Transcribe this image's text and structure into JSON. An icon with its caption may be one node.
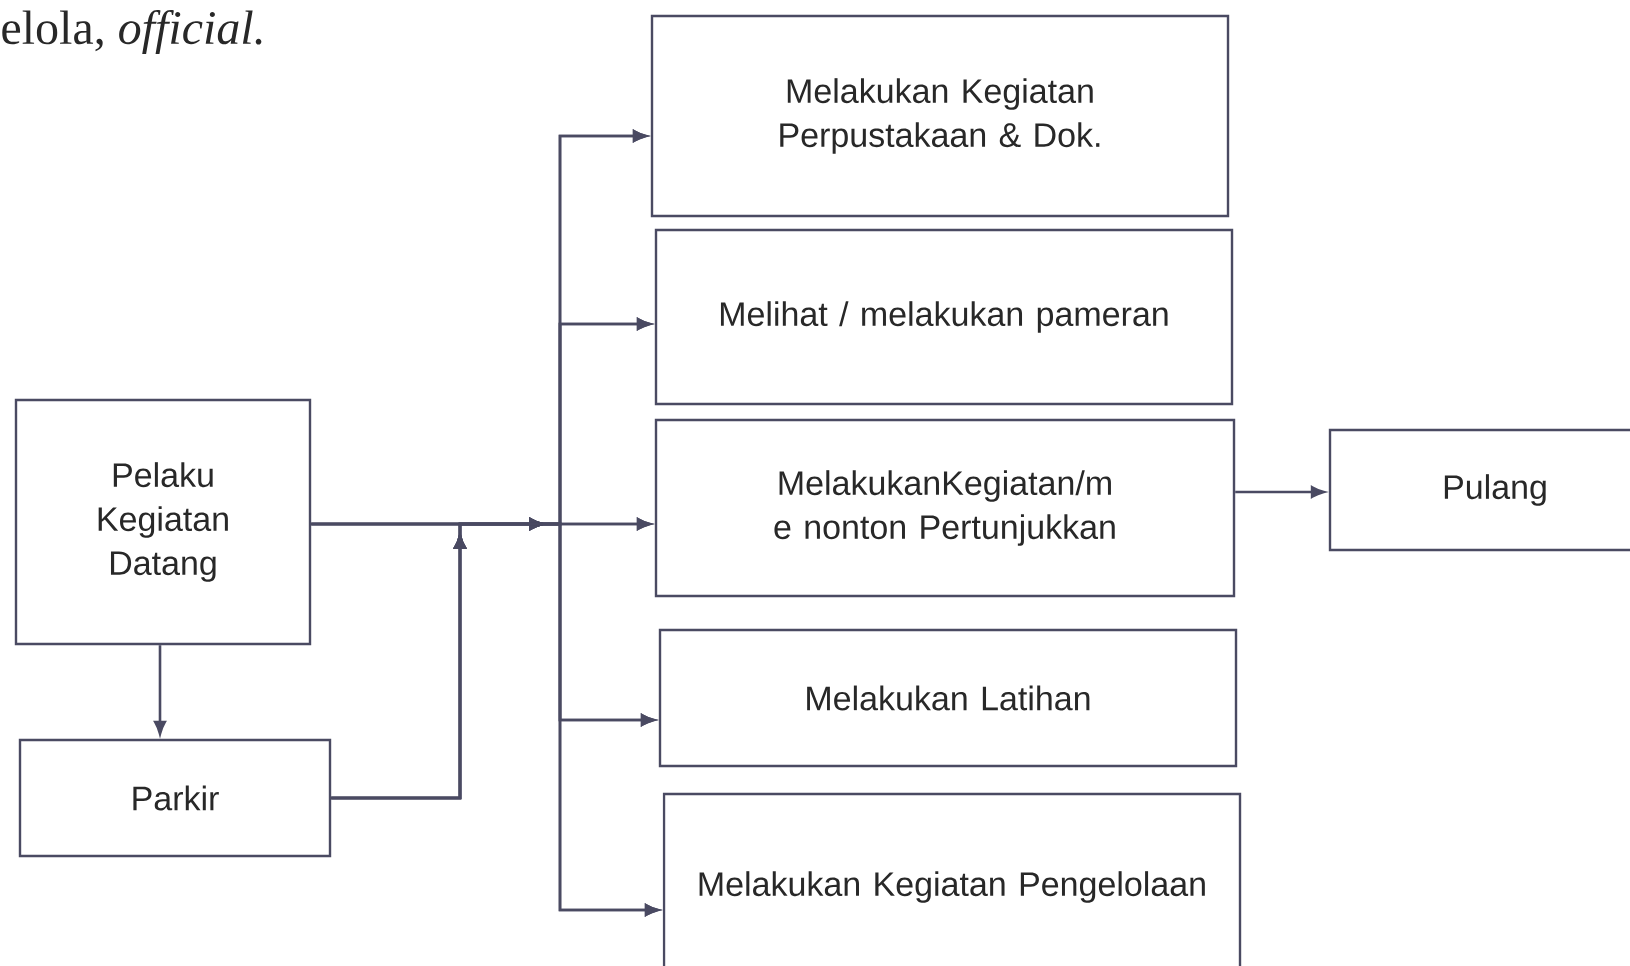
{
  "diagram": {
    "nodes": [
      {
        "text": [
          "Pelaku Kegiatan Datang"
        ]
      },
      {
        "text": [
          "Parkir"
        ]
      },
      {
        "text": [
          "Melakukan Kegiatan Perpustakaan & Dok."
        ]
      },
      {
        "text": [
          "Melihat / melakukan pameran"
        ]
      },
      {
        "text": [
          "MelakukanKegiatan/m e nonton Pertunjukkan"
        ]
      },
      {
        "text": [
          "Melakukan Latihan"
        ]
      },
      {
        "text": [
          "Melakukan Kegiatan Pengelolaan"
        ]
      },
      {
        "text": [
          "Pulang"
        ]
      }
    ],
    "edges": [
      {
        "from": 0,
        "to": 1,
        "arrow": "to"
      },
      {
        "from": 0,
        "to": 2,
        "arrow": "to"
      },
      {
        "from": 0,
        "to": 3,
        "arrow": "to"
      },
      {
        "from": 0,
        "to": 4,
        "arrow": "to"
      },
      {
        "from": 0,
        "to": 5,
        "arrow": "to"
      },
      {
        "from": 0,
        "to": 6,
        "arrow": "to"
      },
      {
        "from": 1,
        "to": 2,
        "arrow": "to"
      },
      {
        "from": 1,
        "to": 3,
        "arrow": "to"
      },
      {
        "from": 1,
        "to": 4,
        "arrow": "to"
      },
      {
        "from": 1,
        "to": 5,
        "arrow": "to"
      },
      {
        "from": 1,
        "to": 6,
        "arrow": "to"
      },
      {
        "from": 4,
        "to": 7,
        "arrow": "to"
      }
    ],
    "labels": [
      "elola, *official.*"
    ]
  }
}
